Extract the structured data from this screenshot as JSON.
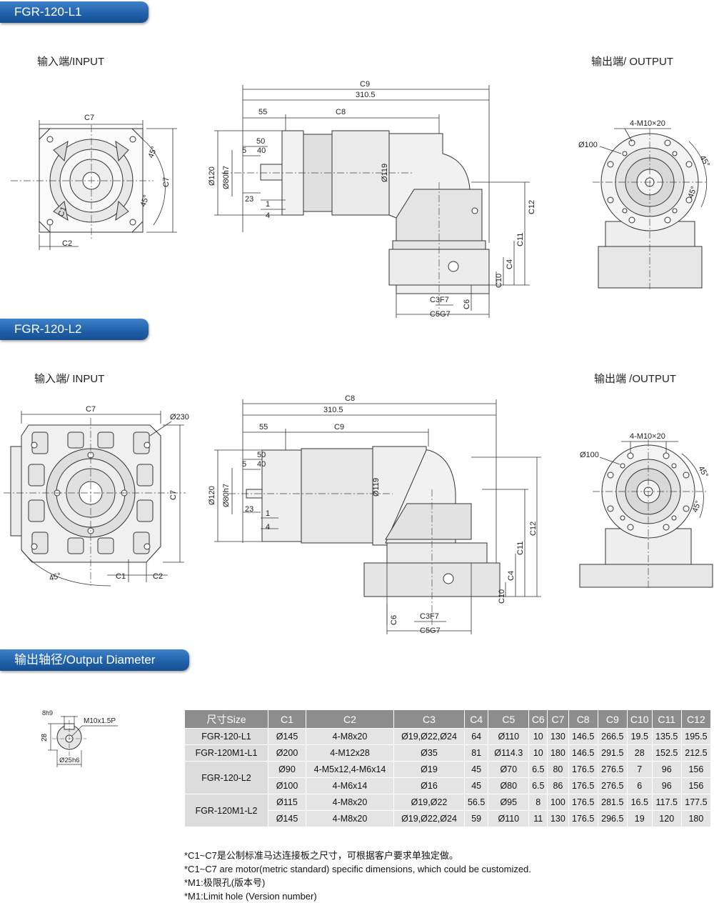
{
  "section1": {
    "title": "FGR-120-L1",
    "input_label": "输入端/INPUT",
    "output_label": "输出端/ OUTPUT"
  },
  "section2": {
    "title": "FGR-120-L2",
    "input_label": "输入端/ INPUT",
    "output_label": "输出端 /OUTPUT"
  },
  "section3": {
    "title": "输出轴径/Output Diameter"
  },
  "dims1": {
    "c7_top": "C7",
    "c7_side": "C7",
    "c2": "C2",
    "c1": "C1",
    "deg45a": "45°",
    "deg45b": "45°",
    "c9": "C9",
    "len310": "310.5",
    "len55": "55",
    "c8": "C8",
    "len50": "50",
    "len5": "5",
    "len40": "40",
    "len23": "23",
    "len1": "1",
    "len4": "4",
    "d120": "Ø120",
    "d80": "Ø80h7",
    "d119": "Ø119",
    "c12": "C12",
    "c11": "C11",
    "c4": "C4",
    "c10": "C10",
    "c6": "C6",
    "c3f7": "C3F7",
    "c5g7": "C5G7",
    "m10": "4-M10×20",
    "d100": "Ø100",
    "deg45c": "45°",
    "deg45d": "45°"
  },
  "dims2": {
    "c7_top": "C7",
    "c7_side": "C7",
    "d230": "Ø230",
    "c1": "C1",
    "c2": "C2",
    "deg45a": "45°",
    "c8": "C8",
    "len310": "310.5",
    "len55": "55",
    "c9": "C9",
    "len50": "50",
    "len5": "5",
    "len40": "40",
    "len23": "23",
    "len1": "1",
    "len4": "4",
    "d120": "Ø120",
    "d80": "Ø80h7",
    "d119": "Ø119",
    "c12": "C12",
    "c11": "C11",
    "c4": "C4",
    "c10": "C10",
    "c6": "C6",
    "c3f7": "C3F7",
    "c5g7": "C5G7",
    "m10": "4-M10×20",
    "d100": "Ø100",
    "deg45c": "45°",
    "deg45d": "45°"
  },
  "shaft": {
    "key": "8h9",
    "thread": "M10x1.5P",
    "h": "28",
    "dia": "Ø25h6"
  },
  "table": {
    "headers": [
      "尺寸Size",
      "C1",
      "C2",
      "C3",
      "C4",
      "C5",
      "C6",
      "C7",
      "C8",
      "C9",
      "C10",
      "C11",
      "C12"
    ],
    "rows": [
      [
        "FGR-120-L1",
        "Ø145",
        "4-M8x20",
        "Ø19,Ø22,Ø24",
        "64",
        "Ø110",
        "10",
        "130",
        "146.5",
        "266.5",
        "19.5",
        "135.5",
        "195.5"
      ],
      [
        "FGR-120M1-L1",
        "Ø200",
        "4-M12x28",
        "Ø35",
        "81",
        "Ø114.3",
        "10",
        "180",
        "146.5",
        "291.5",
        "28",
        "152.5",
        "212.5"
      ],
      [
        "FGR-120-L2",
        "Ø90",
        "4-M5x12,4-M6x14",
        "Ø19",
        "45",
        "Ø70",
        "6.5",
        "80",
        "176.5",
        "276.5",
        "7",
        "96",
        "156"
      ],
      [
        "",
        "Ø100",
        "4-M6x14",
        "Ø16",
        "45",
        "Ø80",
        "6.5",
        "86",
        "176.5",
        "276.5",
        "6",
        "96",
        "156"
      ],
      [
        "FGR-120M1-L2",
        "Ø115",
        "4-M8x20",
        "Ø19,Ø22",
        "56.5",
        "Ø95",
        "8",
        "100",
        "176.5",
        "281.5",
        "16.5",
        "117.5",
        "177.5"
      ],
      [
        "",
        "Ø145",
        "4-M8x20",
        "Ø19,Ø22,Ø24",
        "59",
        "Ø110",
        "11",
        "130",
        "176.5",
        "296.5",
        "19",
        "120",
        "180"
      ]
    ]
  },
  "notes": [
    "*C1~C7是公制标准马达连接板之尺寸，可根据客户要求单独定做。",
    "*C1~C7 are motor(metric standard) specific dimensions, which could be customized.",
    "*M1:极限孔(版本号)",
    "*M1:Limit hole (Version number)"
  ]
}
